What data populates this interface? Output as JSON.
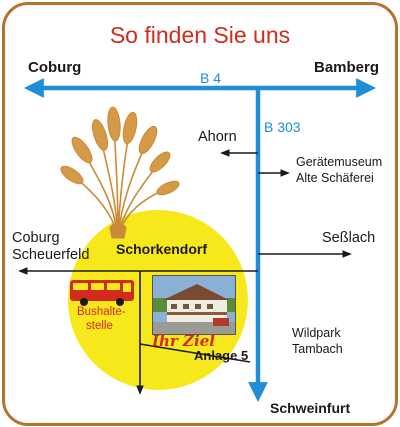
{
  "title": "So finden Sie uns",
  "roads": {
    "b4": "B 4",
    "b303": "B 303"
  },
  "places": {
    "coburg_top": "Coburg",
    "bamberg": "Bamberg",
    "ahorn": "Ahorn",
    "geraetemuseum_1": "Gerätemuseum",
    "geraetemuseum_2": "Alte Schäferei",
    "coburg_left_1": "Coburg",
    "coburg_left_2": "Scheuerfeld",
    "sesslach": "Seßlach",
    "schorkendorf": "Schorkendorf",
    "bushalte_1": "Bushalte-",
    "bushalte_2": "stelle",
    "ihr_ziel": "Ihr Ziel",
    "anlage": "Anlage 5",
    "wildpark_1": "Wildpark",
    "wildpark_2": "Tambach",
    "schweinfurt": "Schweinfurt"
  },
  "colors": {
    "frame": "#b5722e",
    "title": "#d32a1e",
    "road_main": "#1f8ed6",
    "village_circle": "#f7e81b",
    "bus": "#d32a1e",
    "wheat": "#c98a3a"
  },
  "icons": {
    "bus": "bus-icon",
    "wheat": "wheat-icon",
    "photo": "house-photo"
  }
}
